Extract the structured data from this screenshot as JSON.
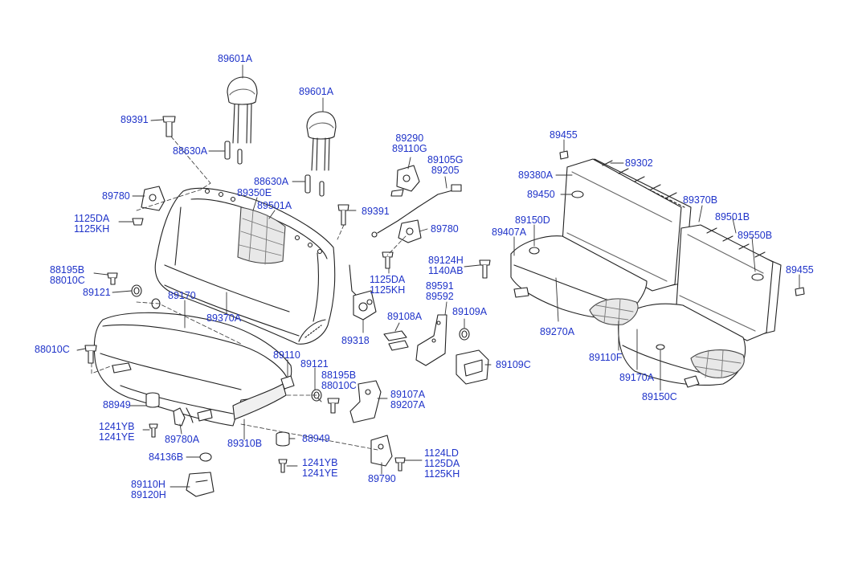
{
  "labels": {
    "p89601A_l": [
      "89601A"
    ],
    "p89601A_r": [
      "89601A"
    ],
    "p89391_l": [
      "89391"
    ],
    "p88630A_l": [
      "88630A"
    ],
    "p89780_l": [
      "89780"
    ],
    "p1125DA_l": [
      "1125DA",
      "1125KH"
    ],
    "p88630A_m": [
      "88630A"
    ],
    "p89350E": [
      "89350E"
    ],
    "p89501A": [
      "89501A"
    ],
    "p89391_m": [
      "89391"
    ],
    "p89290": [
      "89290",
      "89110G"
    ],
    "p89105G": [
      "89105G",
      "89205"
    ],
    "p89780_m": [
      "89780"
    ],
    "p1125DA_m": [
      "1125DA",
      "1125KH"
    ],
    "p89124H": [
      "89124H",
      "1140AB"
    ],
    "p89591": [
      "89591",
      "89592"
    ],
    "p89109A": [
      "89109A"
    ],
    "p89108A": [
      "89108A"
    ],
    "p89318": [
      "89318"
    ],
    "p89109C": [
      "89109C"
    ],
    "p88195B_l": [
      "88195B",
      "88010C"
    ],
    "p89121_l": [
      "89121"
    ],
    "p89170_l": [
      "89170"
    ],
    "p89370A": [
      "89370A"
    ],
    "p88010C": [
      "88010C"
    ],
    "p89110": [
      "89110"
    ],
    "p89121_m": [
      "89121"
    ],
    "p88195B_m": [
      "88195B",
      "88010C"
    ],
    "p89107A": [
      "89107A",
      "89207A"
    ],
    "p88949_l": [
      "88949"
    ],
    "p1241YB_l": [
      "1241YB",
      "1241YE"
    ],
    "p89780A": [
      "89780A"
    ],
    "p89310B": [
      "89310B"
    ],
    "p88949_m": [
      "88949"
    ],
    "p84136B": [
      "84136B"
    ],
    "p1241YB_m": [
      "1241YB",
      "1241YE"
    ],
    "p1124LD": [
      "1124LD",
      "1125DA",
      "1125KH"
    ],
    "p89790": [
      "89790"
    ],
    "p89110H": [
      "89110H",
      "89120H"
    ],
    "p89455_t": [
      "89455"
    ],
    "p89302": [
      "89302"
    ],
    "p89380A": [
      "89380A"
    ],
    "p89450": [
      "89450"
    ],
    "p89370B": [
      "89370B"
    ],
    "p89150D": [
      "89150D"
    ],
    "p89407A": [
      "89407A"
    ],
    "p89501B": [
      "89501B"
    ],
    "p89550B": [
      "89550B"
    ],
    "p89455_r": [
      "89455"
    ],
    "p89270A": [
      "89270A"
    ],
    "p89110F": [
      "89110F"
    ],
    "p89170A": [
      "89170A"
    ],
    "p89150C": [
      "89150C"
    ]
  },
  "colors": {
    "label": "#1f33c9",
    "line": "#222222",
    "part_fill": "#ffffff",
    "mesh": "#9a9a9a"
  }
}
